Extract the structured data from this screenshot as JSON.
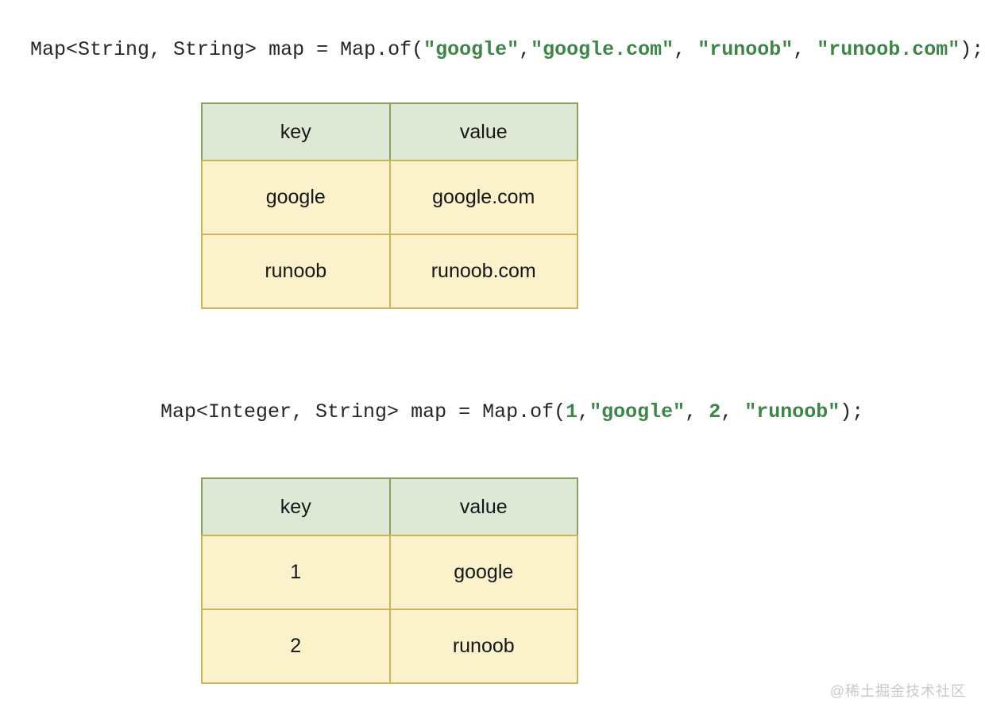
{
  "colors": {
    "accent_green": "#3e8549",
    "code_text": "#262626",
    "table_text": "#161616",
    "header_bg": "#dde9d4",
    "header_border": "#85a35e",
    "row_bg": "#fbf2cc",
    "row_border": "#c9b55a",
    "watermark_gray": "#c9c9c9",
    "page_bg": "#ffffff"
  },
  "code_line_1": {
    "segments": [
      {
        "type": "plain",
        "text": "Map<String, String> map = Map.of("
      },
      {
        "type": "string",
        "text": "\"google\""
      },
      {
        "type": "plain",
        "text": ","
      },
      {
        "type": "string",
        "text": "\"google.com\""
      },
      {
        "type": "plain",
        "text": ", "
      },
      {
        "type": "string",
        "text": "\"runoob\""
      },
      {
        "type": "plain",
        "text": ", "
      },
      {
        "type": "string",
        "text": "\"runoob.com\""
      },
      {
        "type": "plain",
        "text": ");"
      }
    ]
  },
  "table_1": {
    "headers": [
      "key",
      "value"
    ],
    "rows": [
      [
        "google",
        "google.com"
      ],
      [
        "runoob",
        "runoob.com"
      ]
    ]
  },
  "code_line_2": {
    "segments": [
      {
        "type": "plain",
        "text": "Map<Integer, String> map = Map.of("
      },
      {
        "type": "literal",
        "text": "1"
      },
      {
        "type": "plain",
        "text": ","
      },
      {
        "type": "string",
        "text": "\"google\""
      },
      {
        "type": "plain",
        "text": ", "
      },
      {
        "type": "literal",
        "text": "2"
      },
      {
        "type": "plain",
        "text": ", "
      },
      {
        "type": "string",
        "text": "\"runoob\""
      },
      {
        "type": "plain",
        "text": ");"
      }
    ]
  },
  "table_2": {
    "headers": [
      "key",
      "value"
    ],
    "rows": [
      [
        "1",
        "google"
      ],
      [
        "2",
        "runoob"
      ]
    ]
  },
  "watermark": {
    "text": "@稀土掘金技术社区"
  }
}
